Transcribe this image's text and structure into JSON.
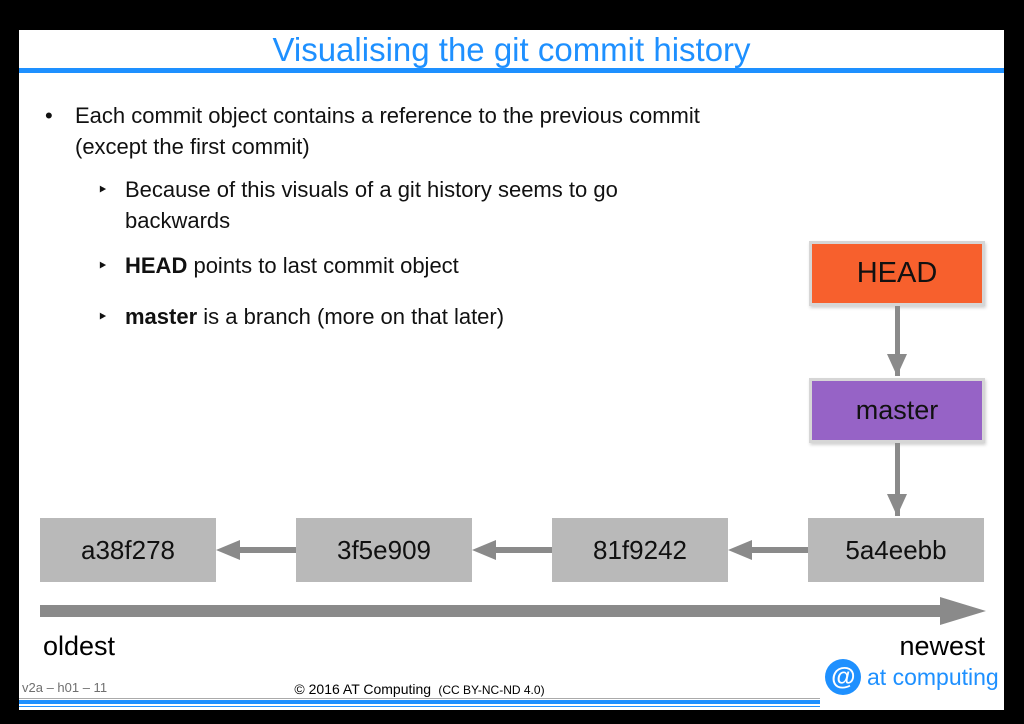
{
  "title": "Visualising the git commit history",
  "bullets": {
    "main_marker": "•",
    "sub_marker": "‣",
    "item1_line1": "Each commit object contains a reference to the previous commit",
    "item1_line2": "(except the first commit)",
    "sub1_line1": "Because of this visuals of a git history seems to go",
    "sub1_line2": "backwards",
    "sub2_bold": "HEAD",
    "sub2_text": " points to last commit object",
    "sub3_bold": "master",
    "sub3_text": " is a branch (more on that later)"
  },
  "diagram": {
    "head_label": "HEAD",
    "master_label": "master",
    "commits": [
      "a38f278",
      "3f5e909",
      "81f9242",
      "5a4eebb"
    ],
    "oldest_label": "oldest",
    "newest_label": "newest"
  },
  "footer": {
    "slide_id": "v2a – h01 – 11",
    "copyright": "© 2016 AT Computing",
    "license": "(CC BY-NC-ND 4.0)",
    "logo_symbol": "@",
    "logo_text": "at computing"
  },
  "colors": {
    "accent_blue": "#1e90ff",
    "head_orange": "#f7602d",
    "master_purple": "#9663c6",
    "commit_gray": "#b9b9b9",
    "arrow_gray": "#8a8a8a"
  }
}
